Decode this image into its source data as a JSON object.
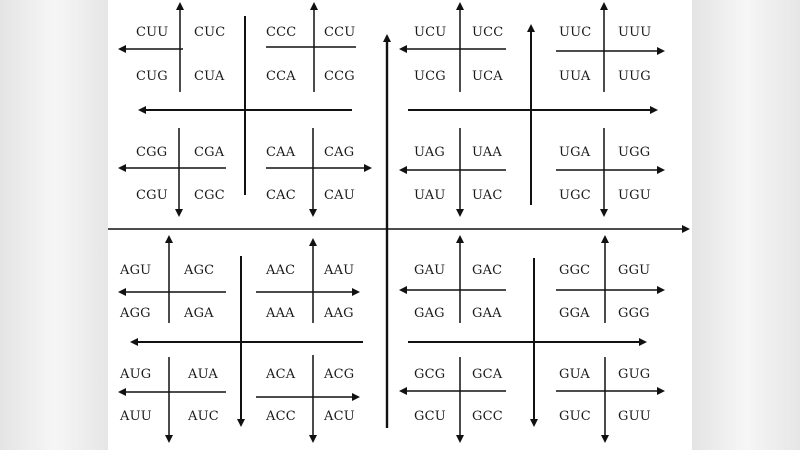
{
  "quadrants": {
    "C": {
      "CU": [
        "CUU",
        "CUC",
        "CUG",
        "CUA"
      ],
      "CC": [
        "CCC",
        "CCU",
        "CCA",
        "CCG"
      ],
      "CG": [
        "CGG",
        "CGA",
        "CGU",
        "CGC"
      ],
      "CA": [
        "CAA",
        "CAG",
        "CAC",
        "CAU"
      ]
    },
    "U": {
      "UC": [
        "UCU",
        "UCC",
        "UCG",
        "UCA"
      ],
      "UU": [
        "UUC",
        "UUU",
        "UUA",
        "UUG"
      ],
      "UA": [
        "UAG",
        "UAA",
        "UAU",
        "UAC"
      ],
      "UG": [
        "UGA",
        "UGG",
        "UGC",
        "UGU"
      ]
    },
    "A": {
      "AG": [
        "AGU",
        "AGC",
        "AGG",
        "AGA"
      ],
      "AA": [
        "AAC",
        "AAU",
        "AAA",
        "AAG"
      ],
      "AU": [
        "AUG",
        "AUA",
        "AUU",
        "AUC"
      ],
      "AC": [
        "ACA",
        "ACG",
        "ACC",
        "ACU"
      ]
    },
    "G": {
      "GA": [
        "GAU",
        "GAC",
        "GAG",
        "GAA"
      ],
      "GG": [
        "GGC",
        "GGU",
        "GGA",
        "GGG"
      ],
      "GC": [
        "GCG",
        "GCA",
        "GCU",
        "GCC"
      ],
      "GU": [
        "GUA",
        "GUG",
        "GUC",
        "GUU"
      ]
    }
  }
}
